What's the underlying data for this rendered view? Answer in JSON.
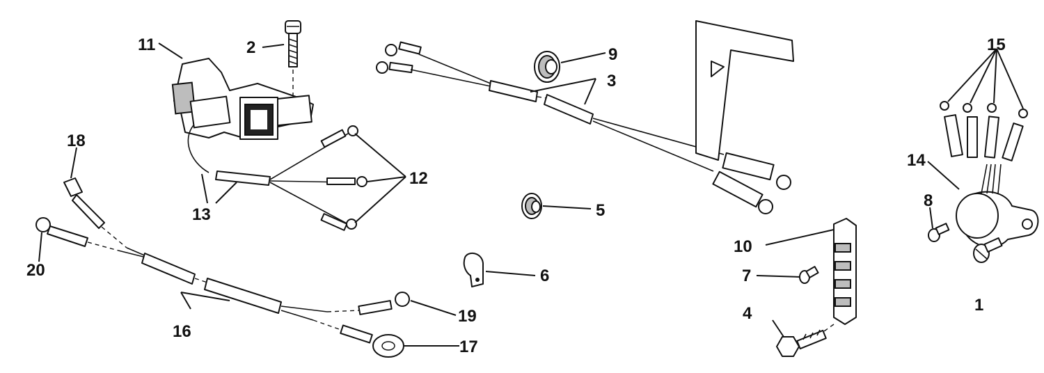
{
  "callouts": {
    "c1": "1",
    "c2": "2",
    "c3": "3",
    "c4": "4",
    "c5": "5",
    "c6": "6",
    "c7": "7",
    "c8": "8",
    "c9": "9",
    "c10": "10",
    "c11": "11",
    "c12": "12",
    "c13": "13",
    "c14": "14",
    "c15": "15",
    "c16": "16",
    "c17": "17",
    "c18": "18",
    "c19": "19",
    "c20": "20"
  },
  "colors": {
    "ink": "#111111",
    "paper": "#ffffff"
  }
}
